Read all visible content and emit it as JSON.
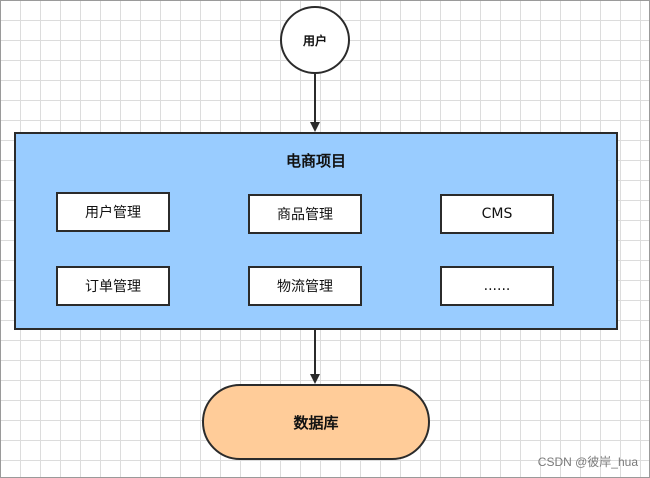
{
  "nodes": {
    "user": "用户",
    "project_title": "电商项目",
    "modules": [
      "用户管理",
      "商品管理",
      "CMS",
      "订单管理",
      "物流管理",
      "......"
    ],
    "database": "数据库"
  },
  "watermark": "CSDN @彼岸_hua",
  "colors": {
    "project_fill": "#99ccff",
    "database_fill": "#ffcc99",
    "stroke": "#2b2b2b"
  }
}
